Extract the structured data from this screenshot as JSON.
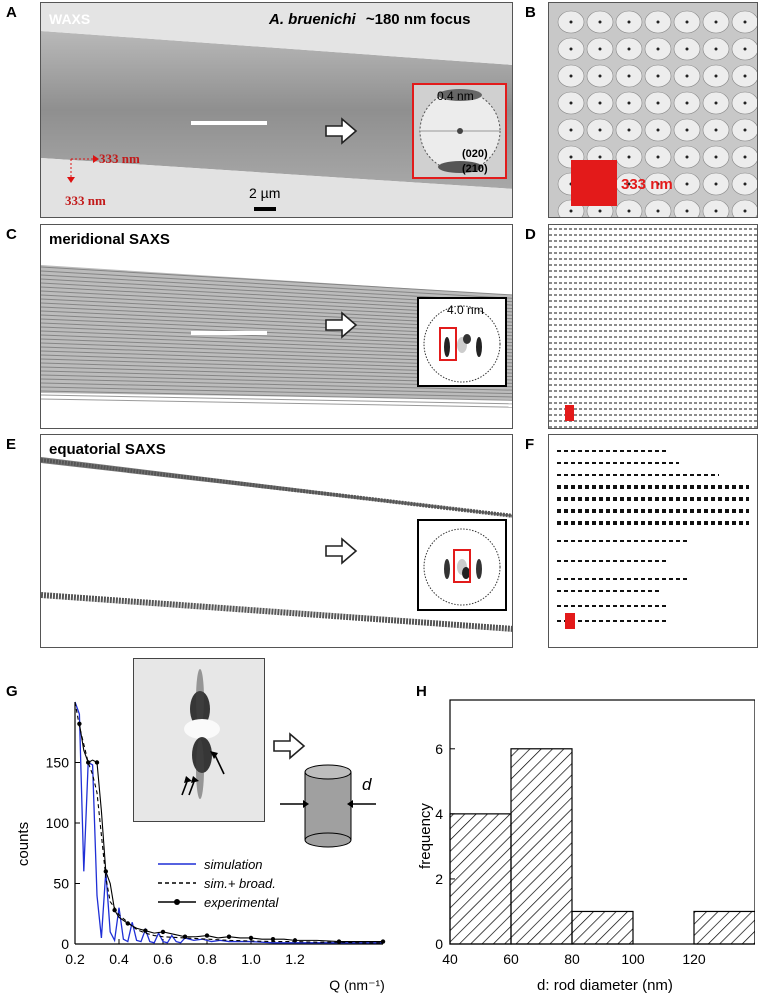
{
  "panel_labels": {
    "A": "A",
    "B": "B",
    "C": "C",
    "D": "D",
    "E": "E",
    "F": "F",
    "G": "G",
    "H": "H"
  },
  "panelA": {
    "title": "WAXS",
    "species": "A. bruenichi",
    "focus": "~180 nm focus",
    "ring_label": "0.4 nm",
    "reflection1": "(020)",
    "reflection2": "(210)",
    "step_x": "333 nm",
    "step_y": "333 nm",
    "scalebar": "2 µm"
  },
  "panelB": {
    "scale_label": "333 nm"
  },
  "panelC": {
    "title": "meridional SAXS",
    "ring_label": "4.0 nm"
  },
  "panelE": {
    "title": "equatorial SAXS"
  },
  "panelG": {
    "chart_data": {
      "type": "line",
      "xlabel": "Q (nm⁻¹)",
      "ylabel": "counts",
      "xlim": [
        0.2,
        1.6
      ],
      "ylim": [
        0,
        200
      ],
      "xticks": [
        "0.2",
        "0.4",
        "0.6",
        "0.8",
        "1.0",
        "1.2"
      ],
      "yticks": [
        "0",
        "50",
        "100",
        "150"
      ],
      "legend": [
        "simulation",
        "sim.+ broad.",
        "experimental"
      ],
      "legend_placement": "center-right",
      "series": [
        {
          "name": "simulation",
          "color": "#1f2fd6",
          "style": "solid",
          "x": [
            0.2,
            0.22,
            0.24,
            0.26,
            0.28,
            0.3,
            0.32,
            0.34,
            0.36,
            0.38,
            0.4,
            0.42,
            0.44,
            0.46,
            0.48,
            0.5,
            0.52,
            0.54,
            0.56,
            0.58,
            0.6,
            0.62,
            0.64,
            0.66,
            0.68,
            0.7,
            0.74,
            0.78,
            0.82,
            0.86,
            0.9,
            1.0,
            1.1,
            1.2,
            1.3,
            1.4,
            1.5,
            1.6
          ],
          "y": [
            200,
            190,
            60,
            150,
            148,
            40,
            5,
            60,
            10,
            3,
            30,
            4,
            2,
            18,
            3,
            2,
            12,
            2,
            1,
            9,
            2,
            1,
            7,
            2,
            1,
            5,
            3,
            4,
            2,
            3,
            2,
            2,
            1,
            1,
            1,
            1,
            1,
            1
          ]
        },
        {
          "name": "sim.+ broad.",
          "color": "#000000",
          "style": "dashed",
          "x": [
            0.2,
            0.22,
            0.24,
            0.26,
            0.28,
            0.3,
            0.32,
            0.34,
            0.36,
            0.38,
            0.4,
            0.44,
            0.48,
            0.52,
            0.56,
            0.6,
            0.7,
            0.8,
            0.9,
            1.0,
            1.1,
            1.2,
            1.3,
            1.4,
            1.5,
            1.6
          ],
          "y": [
            200,
            180,
            165,
            150,
            140,
            125,
            90,
            55,
            35,
            30,
            24,
            18,
            12,
            9,
            7,
            6,
            5,
            4,
            3,
            2.5,
            2,
            2,
            1.5,
            1.5,
            1,
            1
          ]
        },
        {
          "name": "experimental",
          "color": "#000000",
          "style": "solid-marker",
          "x": [
            0.22,
            0.24,
            0.26,
            0.28,
            0.3,
            0.32,
            0.34,
            0.36,
            0.38,
            0.4,
            0.44,
            0.48,
            0.52,
            0.56,
            0.6,
            0.65,
            0.7,
            0.75,
            0.8,
            0.85,
            0.9,
            0.95,
            1.0,
            1.05,
            1.1,
            1.15,
            1.2,
            1.3,
            1.4,
            1.5,
            1.6
          ],
          "y": [
            182,
            160,
            150,
            152,
            150,
            110,
            60,
            50,
            28,
            22,
            17,
            13,
            11,
            9,
            10,
            8,
            6,
            6,
            7,
            5,
            6,
            5,
            5,
            4,
            4,
            4,
            3,
            3,
            2,
            2,
            2
          ]
        }
      ]
    },
    "cylinder_label": "d"
  },
  "panelH": {
    "chart_data": {
      "type": "bar",
      "xlabel": "d: rod diameter (nm)",
      "ylabel": "frequency",
      "xlim": [
        40,
        140
      ],
      "ylim": [
        0,
        7.5
      ],
      "xticks": [
        "40",
        "60",
        "80",
        "100",
        "120"
      ],
      "yticks": [
        "0",
        "2",
        "4",
        "6"
      ],
      "bins": [
        [
          40,
          60
        ],
        [
          60,
          80
        ],
        [
          80,
          100
        ],
        [
          100,
          120
        ],
        [
          120,
          140
        ]
      ],
      "values": [
        4,
        6,
        1,
        0,
        1
      ]
    }
  }
}
